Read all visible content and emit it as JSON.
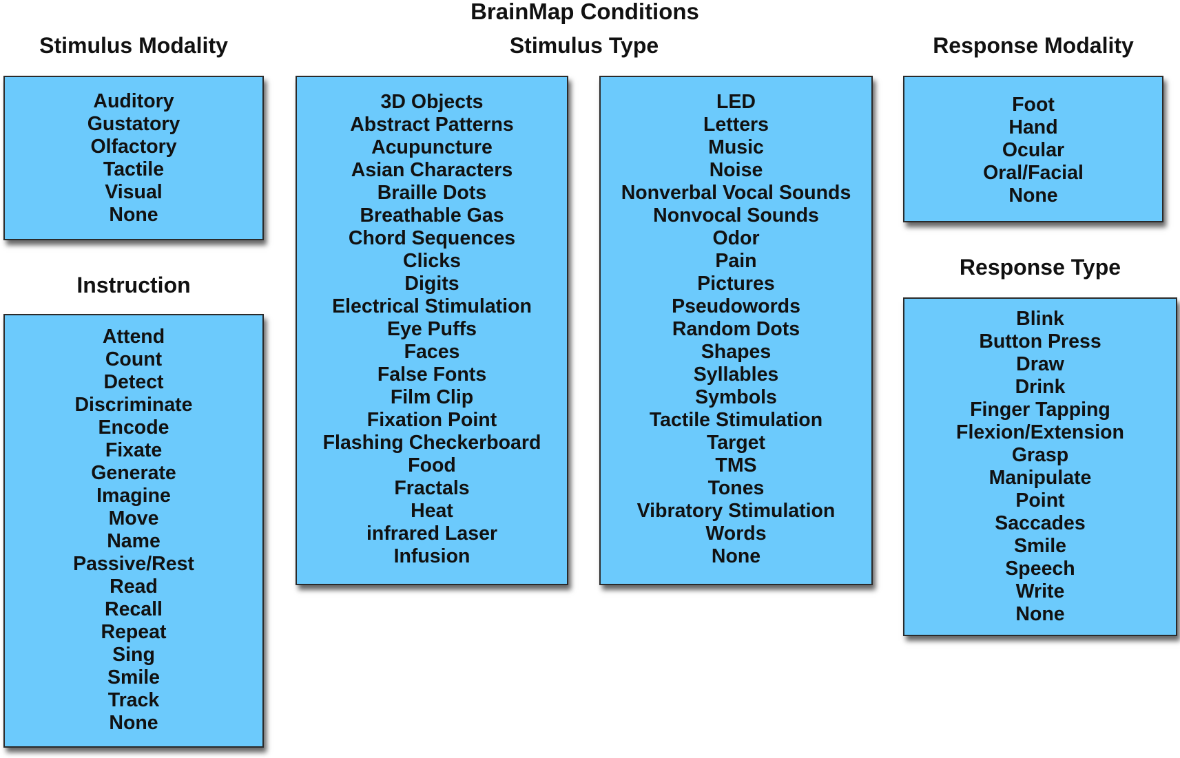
{
  "title": "BrainMap Conditions",
  "stimulus_modality": {
    "heading": "Stimulus Modality",
    "items": [
      "Auditory",
      "Gustatory",
      "Olfactory",
      "Tactile",
      "Visual",
      "None"
    ]
  },
  "instruction": {
    "heading": "Instruction",
    "items": [
      "Attend",
      "Count",
      "Detect",
      "Discriminate",
      "Encode",
      "Fixate",
      "Generate",
      "Imagine",
      "Move",
      "Name",
      "Passive/Rest",
      "Read",
      "Recall",
      "Repeat",
      "Sing",
      "Smile",
      "Track",
      "None"
    ]
  },
  "stimulus_type": {
    "heading": "Stimulus Type",
    "column1": [
      "3D Objects",
      "Abstract Patterns",
      "Acupuncture",
      "Asian Characters",
      "Braille Dots",
      "Breathable Gas",
      "Chord Sequences",
      "Clicks",
      "Digits",
      "Electrical Stimulation",
      "Eye Puffs",
      "Faces",
      "False Fonts",
      "Film Clip",
      "Fixation Point",
      "Flashing Checkerboard",
      "Food",
      "Fractals",
      "Heat",
      "infrared Laser",
      "Infusion"
    ],
    "column2": [
      "LED",
      "Letters",
      "Music",
      "Noise",
      "Nonverbal Vocal Sounds",
      "Nonvocal Sounds",
      "Odor",
      "Pain",
      "Pictures",
      "Pseudowords",
      "Random Dots",
      "Shapes",
      "Syllables",
      "Symbols",
      "Tactile Stimulation",
      "Target",
      "TMS",
      "Tones",
      "Vibratory Stimulation",
      "Words",
      "None"
    ]
  },
  "response_modality": {
    "heading": "Response Modality",
    "items": [
      "Foot",
      "Hand",
      "Ocular",
      "Oral/Facial",
      "None"
    ]
  },
  "response_type": {
    "heading": "Response Type",
    "items": [
      "Blink",
      "Button Press",
      "Draw",
      "Drink",
      "Finger Tapping",
      "Flexion/Extension",
      "Grasp",
      "Manipulate",
      "Point",
      "Saccades",
      "Smile",
      "Speech",
      "Write",
      "None"
    ]
  },
  "colors": {
    "box_fill": "#6ccafc",
    "box_border": "#2a2a2a",
    "text": "#111111"
  }
}
